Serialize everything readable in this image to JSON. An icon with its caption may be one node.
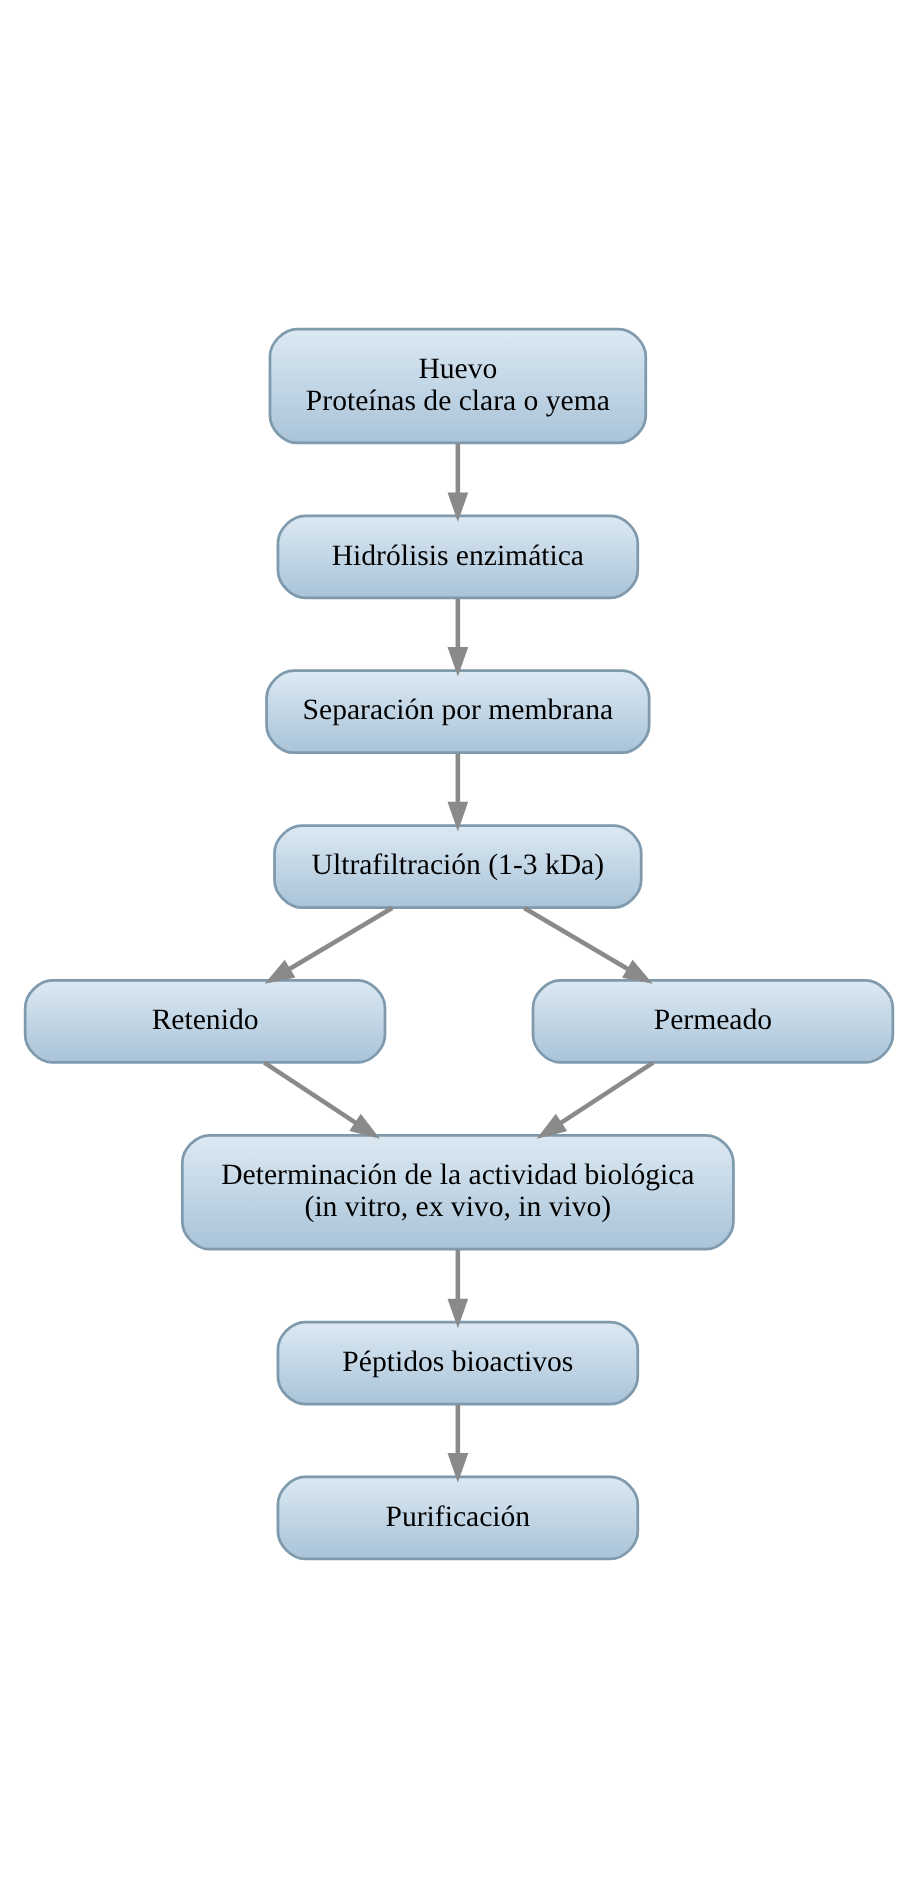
{
  "diagram": {
    "nodes": [
      {
        "text": [
          "Huevo",
          "Proteínas de clara o yema"
        ]
      },
      {
        "text": [
          "Hidrólisis enzimática"
        ]
      },
      {
        "text": [
          "Separación por membrana"
        ]
      },
      {
        "text": [
          "Ultrafiltración (1-3 kDa)"
        ]
      },
      {
        "text": [
          "Retenido"
        ]
      },
      {
        "text": [
          "Permeado"
        ]
      },
      {
        "text": [
          "Determinación de la actividad biológica",
          "(in vitro, ex vivo, in vivo)"
        ]
      },
      {
        "text": [
          "Péptidos bioactivos"
        ]
      },
      {
        "text": [
          "Purificación"
        ]
      }
    ],
    "edges": [
      {
        "from": 0,
        "to": 1,
        "arrow": "to"
      },
      {
        "from": 1,
        "to": 2,
        "arrow": "to"
      },
      {
        "from": 2,
        "to": 3,
        "arrow": "to"
      },
      {
        "from": 3,
        "to": 4,
        "arrow": "to"
      },
      {
        "from": 3,
        "to": 5,
        "arrow": "to"
      },
      {
        "from": 4,
        "to": 6,
        "arrow": "to"
      },
      {
        "from": 5,
        "to": 6,
        "arrow": "to"
      },
      {
        "from": 6,
        "to": 7,
        "arrow": "to"
      },
      {
        "from": 7,
        "to": 8,
        "arrow": "to"
      }
    ]
  }
}
